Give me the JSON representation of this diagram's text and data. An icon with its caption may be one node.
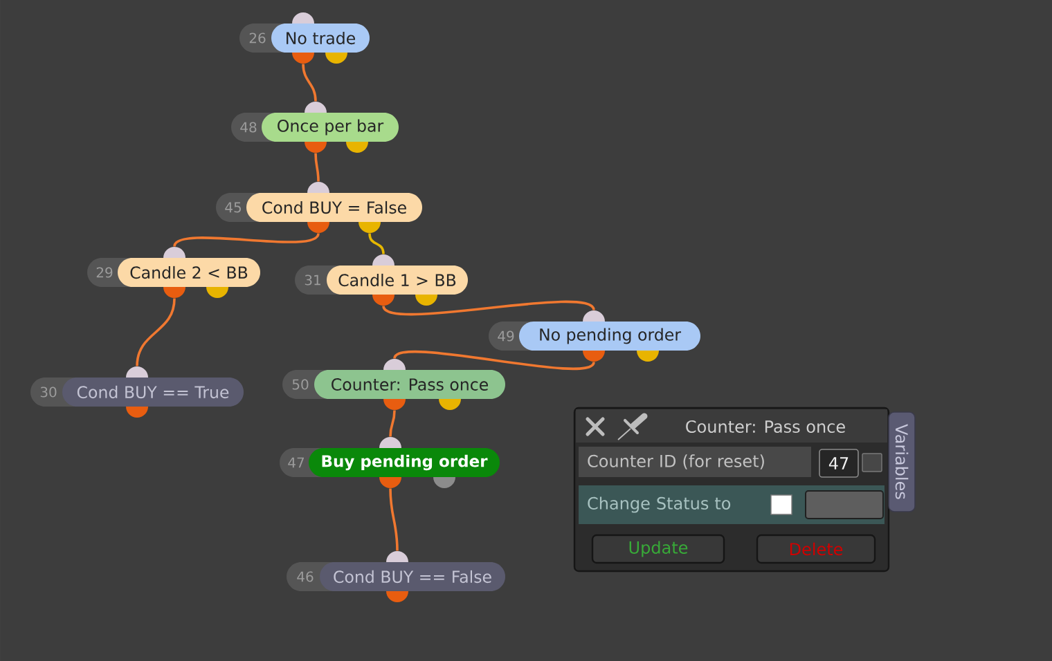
{
  "diagram": {
    "nodes": [
      {
        "text": [
          "26",
          "No trade"
        ]
      },
      {
        "text": [
          "48",
          "Once per bar"
        ]
      },
      {
        "text": [
          "45",
          "Cond BUY = False"
        ]
      },
      {
        "text": [
          "29",
          "Candle 2 < BB"
        ]
      },
      {
        "text": [
          "31",
          "Candle 1 > BB"
        ]
      },
      {
        "text": [
          "49",
          "No pending order"
        ]
      },
      {
        "text": [
          "30",
          "Cond BUY == True"
        ]
      },
      {
        "text": [
          "50",
          "Counter: Pass once"
        ]
      },
      {
        "text": [
          "47",
          "Buy pending order"
        ]
      },
      {
        "text": [
          "46",
          "Cond BUY == False"
        ]
      },
      {
        "text": [
          "Counter: Pass once"
        ]
      },
      {
        "text": [
          "Counter ID (for reset)"
        ],
        "in": 10
      },
      {
        "text": [
          "47"
        ],
        "in": 10
      },
      {
        "text": [
          "Change Status to"
        ],
        "in": 10
      },
      {
        "text": [
          "Update"
        ],
        "in": 10
      },
      {
        "text": [
          "Delete"
        ],
        "in": 10
      },
      {
        "text": [
          "Variables"
        ]
      }
    ],
    "edges": [
      {
        "from": 0,
        "to": 1,
        "arrow": "none"
      },
      {
        "from": 1,
        "to": 2,
        "arrow": "none"
      },
      {
        "from": 2,
        "to": 3,
        "arrow": "none"
      },
      {
        "from": 2,
        "to": 4,
        "arrow": "none",
        "color": "#e6b800"
      },
      {
        "from": 3,
        "to": 6,
        "arrow": "none"
      },
      {
        "from": 4,
        "to": 5,
        "arrow": "none"
      },
      {
        "from": 5,
        "to": 7,
        "arrow": "none"
      },
      {
        "from": 7,
        "to": 8,
        "arrow": "none"
      },
      {
        "from": 8,
        "to": 9,
        "arrow": "none"
      }
    ]
  }
}
